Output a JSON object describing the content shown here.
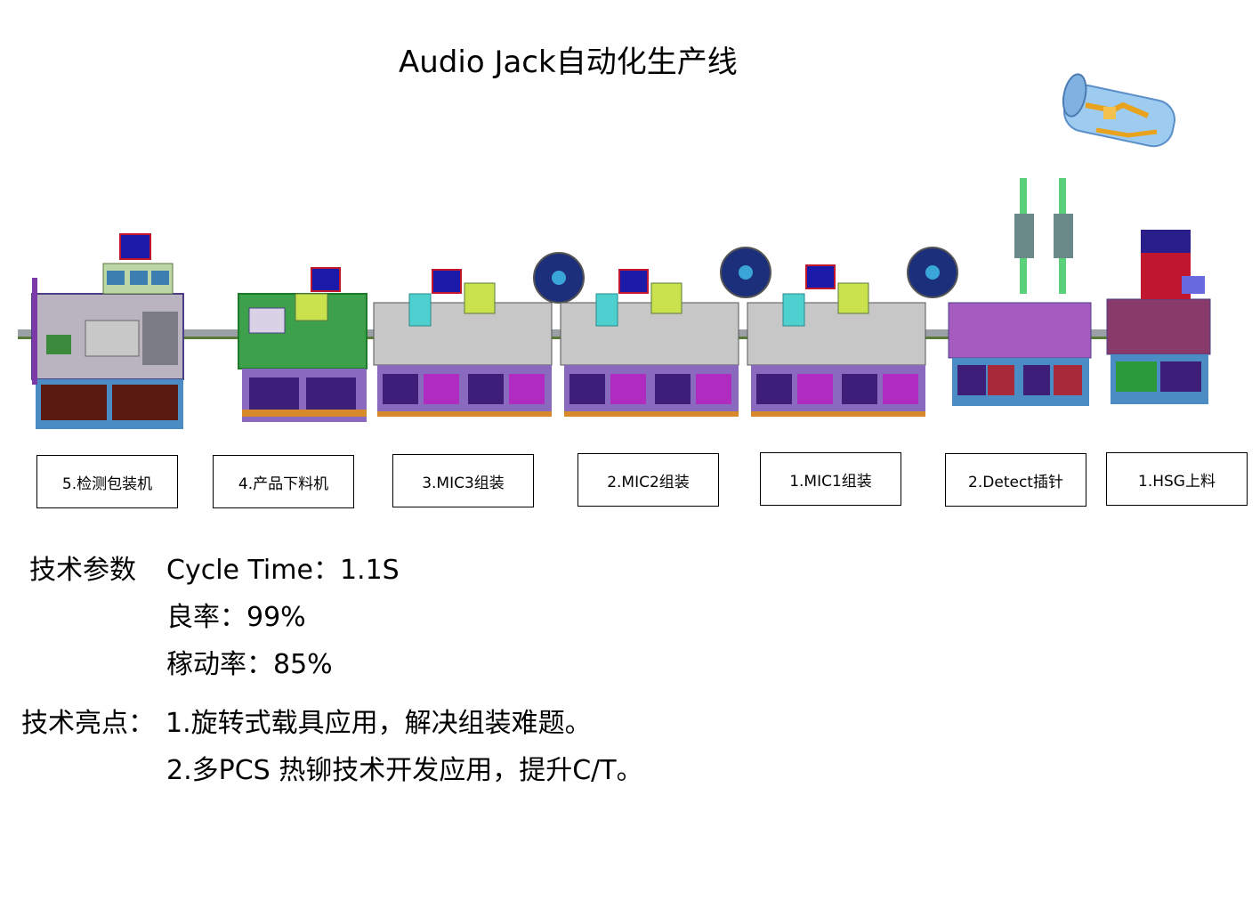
{
  "title": "Audio Jack自动化生产线",
  "stations": [
    {
      "label": "5.检测包装机"
    },
    {
      "label": "4.产品下料机"
    },
    {
      "label": "3.MIC3组装"
    },
    {
      "label": "2.MIC2组装"
    },
    {
      "label": "1.MIC1组装"
    },
    {
      "label": "2.Detect插针"
    },
    {
      "label": "1.HSG上料"
    }
  ],
  "specs": {
    "heading": "技术参数",
    "cycle_time": "Cycle Time：1.1S",
    "yield": "良率：99%",
    "uptime": "稼动率：85%"
  },
  "highlights": {
    "heading": "技术亮点：",
    "item1": "1.旋转式载具应用，解决组装难题。",
    "item2": "2.多PCS 热铆技术开发应用，提升C/T。"
  }
}
